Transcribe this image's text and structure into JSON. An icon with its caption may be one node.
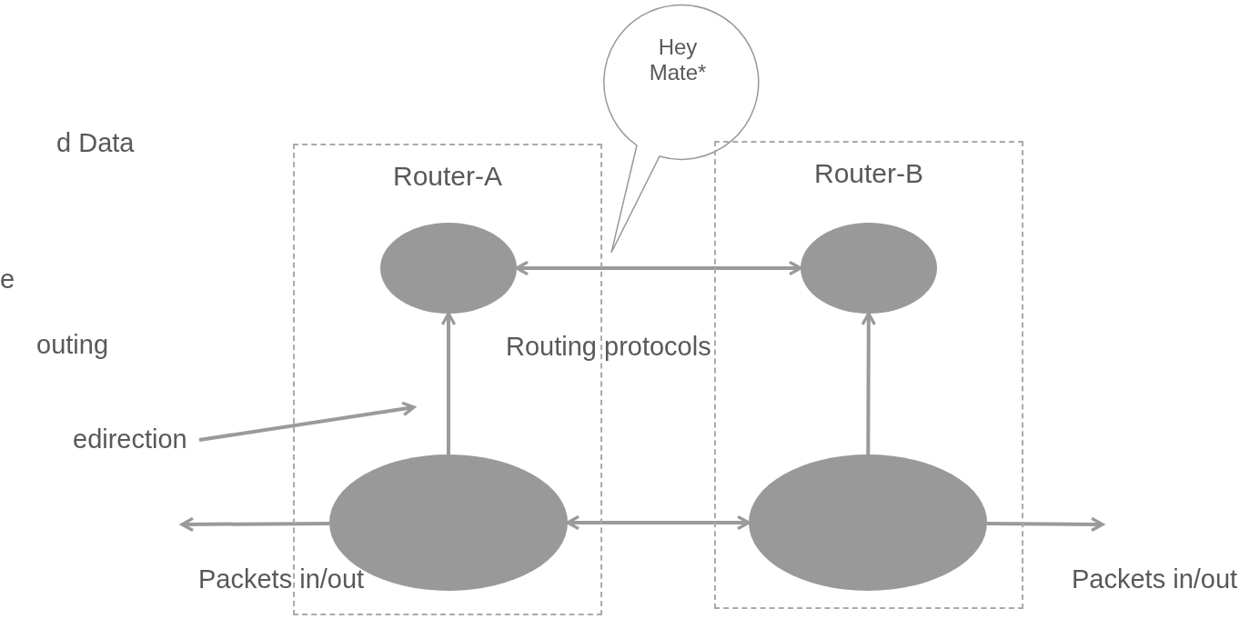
{
  "diagram": {
    "nodes": [
      {
        "text": [
          "Hey Mate*"
        ]
      },
      {
        "text": [
          "Router-A"
        ]
      },
      {
        "text": [
          "Router-B"
        ]
      },
      {
        "text": [],
        "shape": "circle",
        "in": 1
      },
      {
        "text": [],
        "shape": "circle",
        "in": 2
      },
      {
        "text": [
          "edirection"
        ]
      },
      {
        "text": [],
        "shape": "circle",
        "in": 1
      },
      {
        "text": [],
        "shape": "circle",
        "in": 2
      }
    ],
    "edges": [
      {
        "from": 3,
        "to": 4,
        "arrow": "both"
      },
      {
        "from": 6,
        "to": 3,
        "arrow": "to"
      },
      {
        "from": 7,
        "to": 4,
        "arrow": "to"
      },
      {
        "from": 5,
        "to": null,
        "arrow": "to"
      },
      {
        "from": 6,
        "to": 7,
        "arrow": "both"
      },
      {
        "from": 6,
        "to": null,
        "arrow": "to"
      },
      {
        "from": 7,
        "to": null,
        "arrow": "to"
      }
    ],
    "labels": [
      "d Data",
      "e",
      "outing",
      "Routing protocols",
      "Packets in/out",
      "Packets in/out"
    ]
  }
}
